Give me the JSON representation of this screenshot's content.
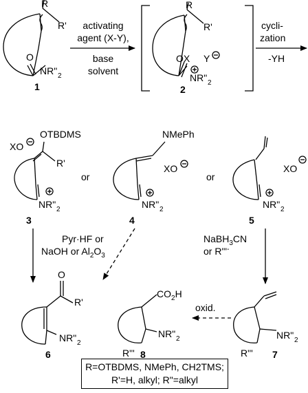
{
  "top": {
    "sub_R": "R",
    "sub_Rp": "R'",
    "sub_O": "O",
    "sub_N": "NR\"",
    "sub_N_sub": "2",
    "num1": "1",
    "arrow1_top1": "activating",
    "arrow1_top2": "agent (X-Y),",
    "arrow1_bot1": "base",
    "arrow1_bot2": "solvent",
    "int_R": "R",
    "int_Rp": "R'",
    "int_OX": "OX",
    "int_Y": "Y",
    "int_N": "NR\"",
    "int_N_sub": "2",
    "num2": "2",
    "arrow2_top1": "cycli-",
    "arrow2_top2": "zation",
    "arrow2_bot": "-YH"
  },
  "middle": {
    "c3_XO": "XO",
    "c3_OTBDMS": "OTBDMS",
    "c3_Rp": "R'",
    "c3_N": "NR\"",
    "c3_N_sub": "2",
    "num3": "3",
    "or1": "or",
    "c4_NMePh": "NMePh",
    "c4_XO": "XO",
    "c4_N": "NR\"",
    "c4_N_sub": "2",
    "num4": "4",
    "or2": "or",
    "c5_XO": "XO",
    "c5_N": "NR\"",
    "c5_N_sub": "2",
    "num5": "5"
  },
  "reagents": {
    "left1": "Pyr·HF or",
    "left2": "NaOH or Al",
    "left2_sub": "2",
    "left2_end": "O",
    "left2_sub2": "3",
    "right1": "NaBH",
    "right1_sub": "3",
    "right1_end": "CN",
    "right2": "or R\"'",
    "right2_sup": "-"
  },
  "bottom": {
    "c6_O": "O",
    "c6_Rp": "R'",
    "c6_N": "NR\"",
    "c6_N_sub": "2",
    "num6": "6",
    "c8_CO2H": "CO",
    "c8_CO2H_sub": "2",
    "c8_CO2H_end": "H",
    "c8_R": "R\"'",
    "c8_N": "NR\"",
    "c8_N_sub": "2",
    "num8": "8",
    "oxid": "oxid.",
    "c7_R": "R\"'",
    "c7_N": "NR\"",
    "c7_N_sub": "2",
    "num7": "7"
  },
  "legend": {
    "line1": "R=OTBDMS, NMePh, CH2TMS;",
    "line2": "R'=H, alkyl; R\"=alkyl"
  }
}
